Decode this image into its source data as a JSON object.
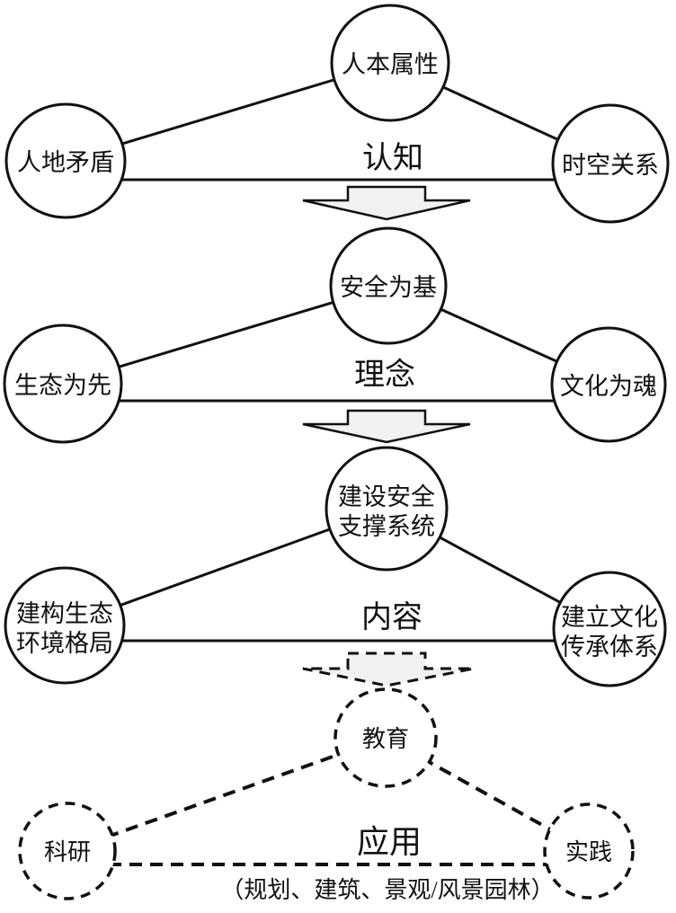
{
  "diagram": {
    "colors": {
      "background": "#ffffff",
      "stroke": "#111111",
      "arrow_fill": "#f1f1f1"
    },
    "tiers": [
      {
        "id": "cognition",
        "label": "认知",
        "top": "人本属性",
        "left": "人地矛盾",
        "right": "时空关系"
      },
      {
        "id": "concept",
        "label": "理念",
        "top": "安全为基",
        "left": "生态为先",
        "right": "文化为魂"
      },
      {
        "id": "content",
        "label": "内容",
        "top_line1": "建设安全",
        "top_line2": "支撑系统",
        "left_line1": "建构生态",
        "left_line2": "环境格局",
        "right_line1": "建立文化",
        "right_line2": "传承体系"
      },
      {
        "id": "application",
        "label": "应用",
        "top": "教育",
        "left": "科研",
        "right": "实践",
        "caption": "（规划、建筑、景观/风景园林）"
      }
    ]
  }
}
